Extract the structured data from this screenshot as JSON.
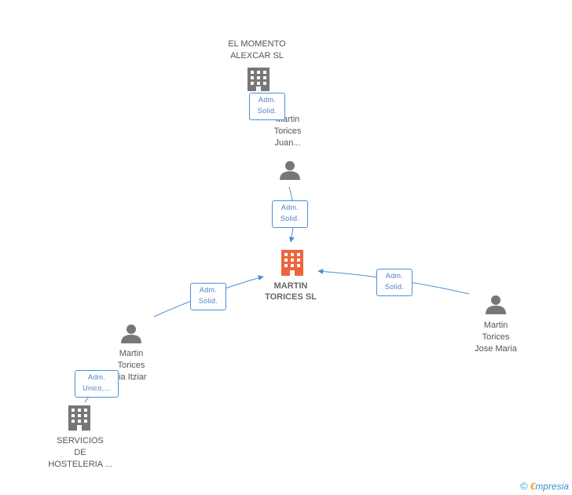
{
  "nodes": {
    "el_momento": {
      "lines": [
        "EL MOMENTO",
        "ALEXCAR SL"
      ],
      "kind": "company"
    },
    "juan": {
      "lines": [
        "Martin",
        "Torices",
        "Juan..."
      ],
      "kind": "person"
    },
    "center": {
      "lines": [
        "MARTIN",
        "TORICES SL"
      ],
      "kind": "company-focus"
    },
    "itziar": {
      "lines": [
        "Martin",
        "Torices",
        "ria Itziar"
      ],
      "kind": "person"
    },
    "jose_maria": {
      "lines": [
        "Martin",
        "Torices",
        "Jose Maria"
      ],
      "kind": "person"
    },
    "servicios": {
      "lines": [
        "SERVICIOS",
        "DE",
        "HOSTELERIA ..."
      ],
      "kind": "company"
    }
  },
  "relations": {
    "r1": [
      "Adm.",
      "Solid."
    ],
    "r2": [
      "Adm.",
      "Solid."
    ],
    "r3": [
      "Adm.",
      "Solid."
    ],
    "r4": [
      "Adm.",
      "Solid."
    ],
    "r5": [
      "Adm.",
      "Unico,..."
    ]
  },
  "colors": {
    "company": "#777777",
    "person": "#777777",
    "focus": "#f0643c",
    "edge": "#4a90d9"
  },
  "footer": {
    "copyright": "©",
    "brand_first": "€",
    "brand_rest": "mpresia"
  }
}
